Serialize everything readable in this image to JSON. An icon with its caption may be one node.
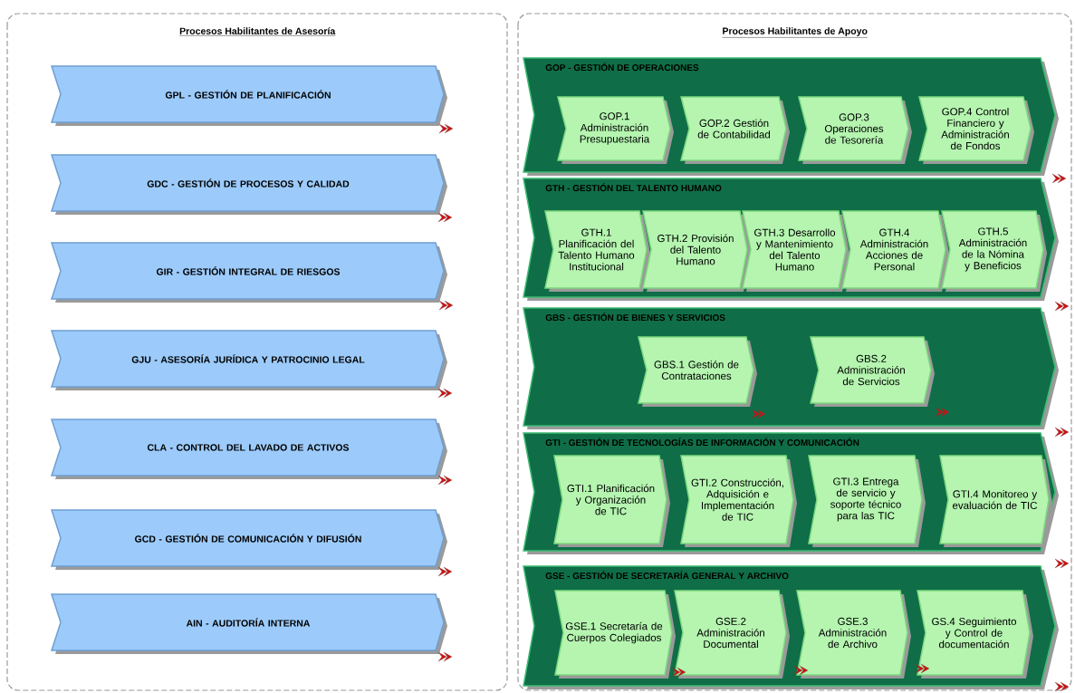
{
  "diagram": {
    "nodes": [
      {
        "text": [
          "Procesos Habilitantes de Asesoría"
        ]
      },
      {
        "text": [
          "GPL - GESTIÓN DE PLANIFICACIÓN"
        ],
        "in": 0
      },
      {
        "text": [
          "GDC - GESTIÓN DE PROCESOS Y CALIDAD"
        ],
        "in": 0
      },
      {
        "text": [
          "GIR - GESTIÓN INTEGRAL DE RIESGOS"
        ],
        "in": 0
      },
      {
        "text": [
          "GJU - ASESORÍA JURÍDICA Y PATROCINIO LEGAL"
        ],
        "in": 0
      },
      {
        "text": [
          "CLA - CONTROL DEL LAVADO DE ACTIVOS"
        ],
        "in": 0
      },
      {
        "text": [
          "GCD - GESTIÓN DE COMUNICACIÓN Y DIFUSIÓN"
        ],
        "in": 0
      },
      {
        "text": [
          "AIN - AUDITORÍA INTERNA"
        ],
        "in": 0
      },
      {
        "text": [
          "Procesos Habilitantes de Apoyo"
        ]
      },
      {
        "text": [
          "GOP - GESTIÓN DE OPERACIONES"
        ],
        "in": 8
      },
      {
        "text": [
          "GOP.1 Administración Presupuestaria"
        ],
        "in": 9
      },
      {
        "text": [
          "GOP.2 Gestión de Contabilidad"
        ],
        "in": 9
      },
      {
        "text": [
          "GOP.3 Operaciones de Tesorería"
        ],
        "in": 9
      },
      {
        "text": [
          "GOP.4 Control Financiero y Administración de Fondos"
        ],
        "in": 9
      },
      {
        "text": [
          "GTH - GESTIÓN DEL TALENTO HUMANO"
        ],
        "in": 8
      },
      {
        "text": [
          "GTH.1 Planificación del Talento Humano Institucional"
        ],
        "in": 14
      },
      {
        "text": [
          "GTH.2 Provisión del Talento Humano"
        ],
        "in": 14
      },
      {
        "text": [
          "GTH.3 Desarrollo y Mantenimiento del Talento Humano"
        ],
        "in": 14
      },
      {
        "text": [
          "GTH.4 Administración Acciones de Personal"
        ],
        "in": 14
      },
      {
        "text": [
          "GTH.5 Administración de la Nómina y Beneficios"
        ],
        "in": 14
      },
      {
        "text": [
          "GBS - GESTIÓN DE BIENES Y SERVICIOS"
        ],
        "in": 8
      },
      {
        "text": [
          "GBS.1 Gestión de Contrataciones"
        ],
        "in": 20
      },
      {
        "text": [
          "GBS.2 Administración de Servicios"
        ],
        "in": 20
      },
      {
        "text": [
          "GTI - GESTIÓN DE TECNOLOGÍAS DE INFORMACIÓN Y COMUNICACIÓN"
        ],
        "in": 8
      },
      {
        "text": [
          "GTI.1 Planificación y Organización de TIC"
        ],
        "in": 23
      },
      {
        "text": [
          "GTI.2 Construcción, Adquisición e Implementación de TIC"
        ],
        "in": 23
      },
      {
        "text": [
          "GTI.3 Entrega de servicio y soporte técnico para las TIC"
        ],
        "in": 23
      },
      {
        "text": [
          "GTI.4 Monitoreo y evaluación de TIC"
        ],
        "in": 23
      },
      {
        "text": [
          "GSE - GESTIÓN DE SECRETARÍA GENERAL Y ARCHIVO"
        ],
        "in": 8
      },
      {
        "text": [
          "GSE.1 Secretaría de Cuerpos Colegiados"
        ],
        "in": 28
      },
      {
        "text": [
          "GSE.2 Administración Documental"
        ],
        "in": 28
      },
      {
        "text": [
          "GSE.3 Administración de Archivo"
        ],
        "in": 28
      },
      {
        "text": [
          "GS.4 Seguimiento y Control de documentación"
        ],
        "in": 28
      }
    ]
  }
}
